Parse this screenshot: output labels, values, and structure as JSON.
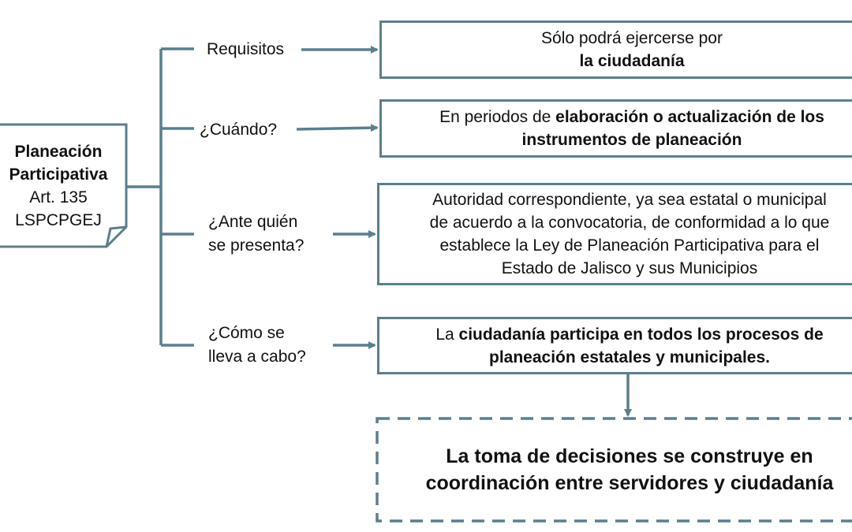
{
  "colors": {
    "accent": "#5b7f8c",
    "text": "#111111",
    "background": "#ffffff"
  },
  "root": {
    "title_line1": "Planeación",
    "title_line2": "Participativa",
    "line3": "Art. 135",
    "line4": "LSPCPGEJ"
  },
  "branches": [
    {
      "label_lines": [
        "Requisitos"
      ],
      "box_lines": [
        {
          "normal": "Sólo podrá ejercerse por",
          "bold": ""
        },
        {
          "normal": "",
          "bold": "la ciudadanía"
        }
      ]
    },
    {
      "label_lines": [
        "¿Cuándo?"
      ],
      "box_lines": [
        {
          "normal": "En periodos de ",
          "bold": "elaboración o actualización de los"
        },
        {
          "normal": "",
          "bold": "instrumentos de planeación"
        }
      ]
    },
    {
      "label_lines": [
        "¿Ante quién",
        "se presenta?"
      ],
      "box_lines": [
        {
          "normal": "Autoridad correspondiente, ya sea estatal o municipal",
          "bold": ""
        },
        {
          "normal": "de acuerdo a la convocatoria, de conformidad a lo que",
          "bold": ""
        },
        {
          "normal": "establece la Ley de Planeación Participativa para el",
          "bold": ""
        },
        {
          "normal": "Estado de Jalisco y sus Municipios",
          "bold": ""
        }
      ]
    },
    {
      "label_lines": [
        "¿Cómo se",
        "lleva a cabo?"
      ],
      "box_lines": [
        {
          "normal": "La ",
          "bold": "ciudadanía participa en todos los procesos de"
        },
        {
          "normal": "",
          "bold": "planeación estatales y municipales."
        }
      ]
    }
  ],
  "outcome": {
    "line1": "La toma de decisiones se construye en",
    "line2": "coordinación entre servidores y ciudadanía"
  }
}
